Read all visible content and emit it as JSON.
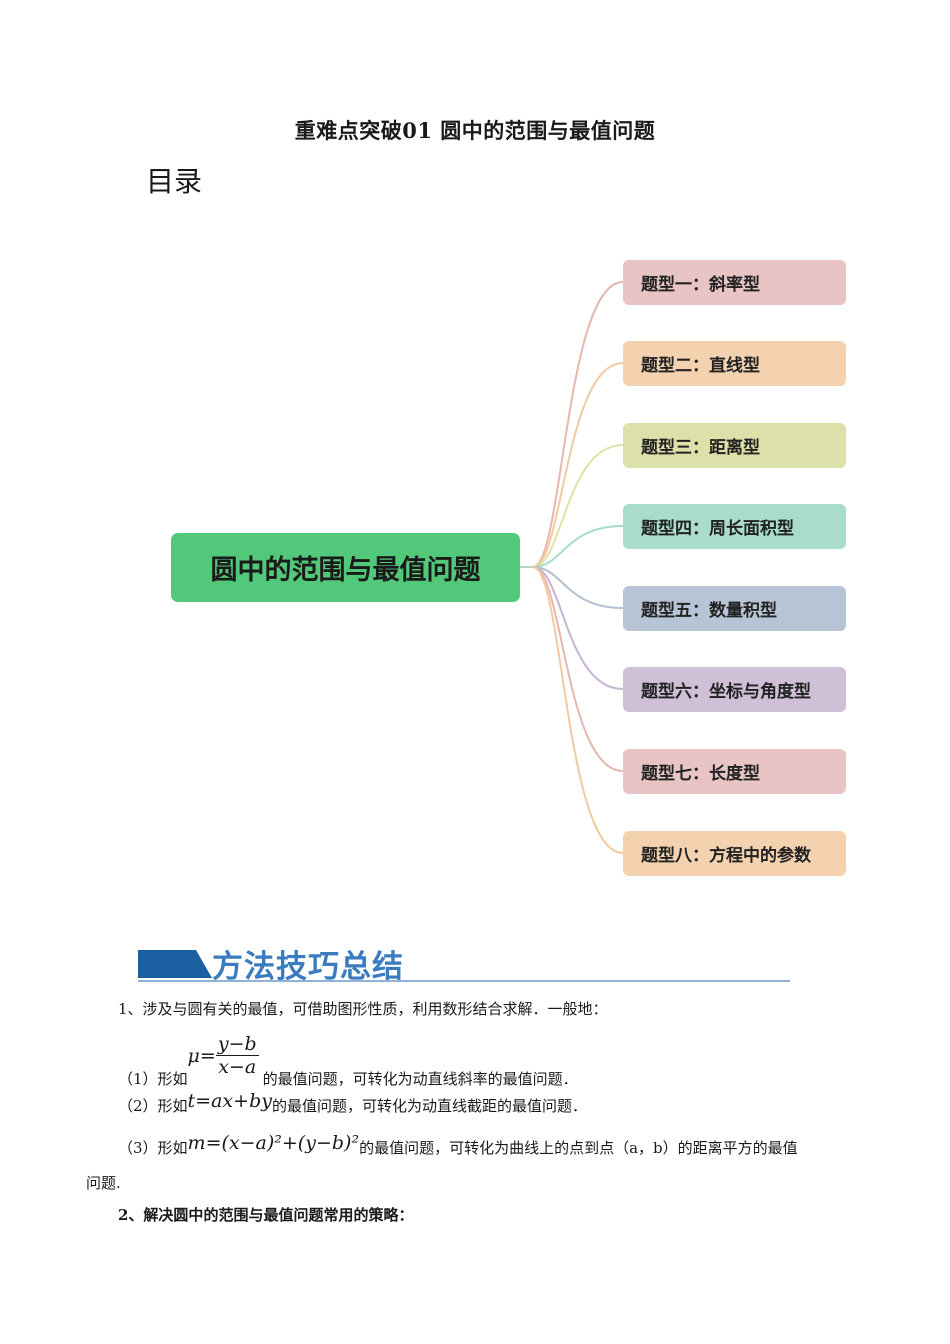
{
  "document": {
    "title": "重难点突破01 圆中的范围与最值问题",
    "toc_heading": "目录"
  },
  "mindmap": {
    "center": "圆中的范围与最值问题",
    "branches": [
      {
        "label": "题型一：斜率型",
        "color": "#e8c4c4",
        "line": "#e8b6b0"
      },
      {
        "label": "题型二：直线型",
        "color": "#f4d2b0",
        "line": "#f3c9a0"
      },
      {
        "label": "题型三：距离型",
        "color": "#dde0a8",
        "line": "#dfe2a6"
      },
      {
        "label": "题型四：周长面积型",
        "color": "#a9dccd",
        "line": "#a8dccb"
      },
      {
        "label": "题型五：数量积型",
        "color": "#b7c4d6",
        "line": "#b3bfd3"
      },
      {
        "label": "题型六：坐标与角度型",
        "color": "#cfc0d8",
        "line": "#c8b4d2"
      },
      {
        "label": "题型七：长度型",
        "color": "#e8c4c4",
        "line": "#e8b6b0"
      },
      {
        "label": "题型八：方程中的参数",
        "color": "#f4d2b0",
        "line": "#f3c9a0"
      }
    ],
    "center_color": "#52c87a"
  },
  "method": {
    "banner_title": "方法技巧总结",
    "banner_color": "#1b5fa0"
  },
  "content": {
    "p1": "1、涉及与圆有关的最值，可借助图形性质，利用数形结合求解．一般地：",
    "p2_prefix": "（1）形如",
    "p2_formula_lhs": "μ=",
    "p2_formula_num": "y−b",
    "p2_formula_den": "x−a",
    "p2_suffix": "的最值问题，可转化为动直线斜率的最值问题．",
    "p3_prefix": "（2）形如",
    "p3_formula": "t=ax+by",
    "p3_suffix": "的最值问题，可转化为动直线截距的最值问题．",
    "p4_prefix": "（3）形如",
    "p4_formula": "m=(x−a)²+(y−b)²",
    "p4_suffix": "的最值问题，可转化为曲线上的点到点（a，b）的距离平方的最值",
    "p4_cont": "问题.",
    "p5": "2、解决圆中的范围与最值问题常用的策略："
  }
}
